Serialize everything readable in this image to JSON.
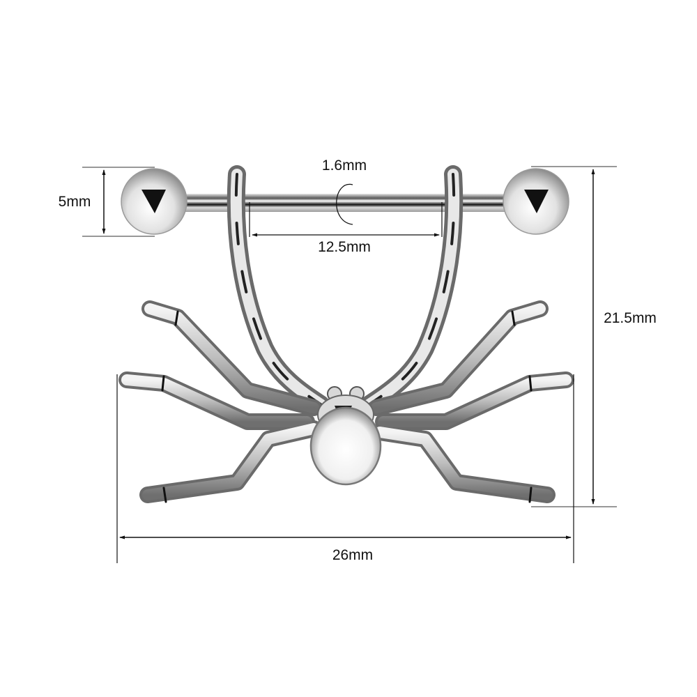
{
  "product": {
    "name": "Spider nipple barbell",
    "metal_color": "#c8c8c8",
    "background": "#ffffff",
    "line_color": "#111111",
    "guide_color": "#777777"
  },
  "dimensions": {
    "ball_diameter": "5mm",
    "gauge": "1.6mm",
    "bar_length": "12.5mm",
    "total_height": "21.5mm",
    "total_width": "26mm"
  }
}
